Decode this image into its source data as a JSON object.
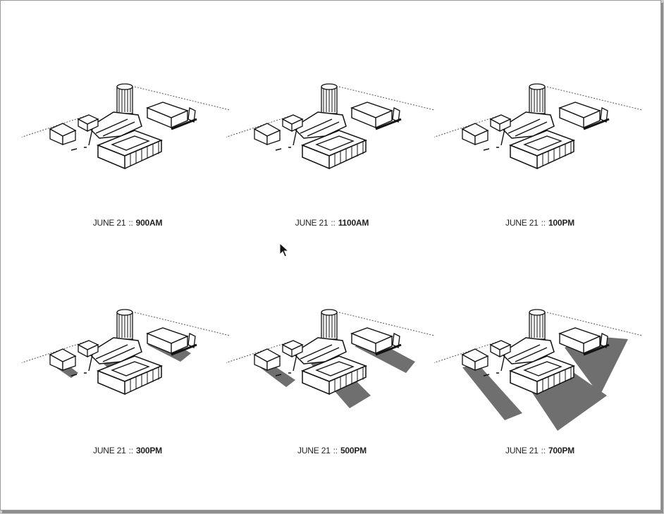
{
  "panels": [
    {
      "date": "JUNE 21",
      "separator": "::",
      "time": "900AM",
      "shadow": 0
    },
    {
      "date": "JUNE 21",
      "separator": "::",
      "time": "1100AM",
      "shadow": 0
    },
    {
      "date": "JUNE 21",
      "separator": "::",
      "time": "100PM",
      "shadow": 0
    },
    {
      "date": "JUNE 21",
      "separator": "::",
      "time": "300PM",
      "shadow": 1
    },
    {
      "date": "JUNE 21",
      "separator": "::",
      "time": "500PM",
      "shadow": 2
    },
    {
      "date": "JUNE 21",
      "separator": "::",
      "time": "700PM",
      "shadow": 3
    }
  ],
  "colors": {
    "shadow": "#6f6f6f",
    "lines": "#111111",
    "page": "#ffffff"
  },
  "icons": {
    "cursor": "cursor-arrow-icon"
  }
}
